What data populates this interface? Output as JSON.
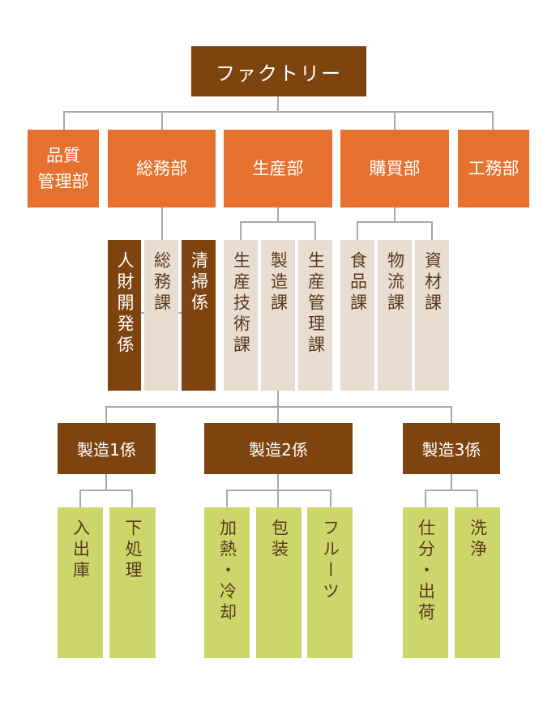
{
  "root": {
    "label": "ファクトリー"
  },
  "departments": [
    {
      "label": "品質\n管理部"
    },
    {
      "label": "総務部"
    },
    {
      "label": "生産部"
    },
    {
      "label": "購買部"
    },
    {
      "label": "工務部"
    }
  ],
  "somu_sections": [
    {
      "label": "人財開発係"
    },
    {
      "label": "総務課"
    },
    {
      "label": "清掃係"
    }
  ],
  "seisan_sections": [
    {
      "label": "生産技術課"
    },
    {
      "label": "製造課"
    },
    {
      "label": "生産管理課"
    }
  ],
  "kobai_sections": [
    {
      "label": "食品課"
    },
    {
      "label": "物流課"
    },
    {
      "label": "資材課"
    }
  ],
  "teams": [
    {
      "label": "製造1係",
      "units": [
        {
          "label": "入出庫"
        },
        {
          "label": "下処理"
        }
      ]
    },
    {
      "label": "製造2係",
      "units": [
        {
          "label": "加熱・冷却"
        },
        {
          "label": "包装"
        },
        {
          "label": "フルーツ"
        }
      ]
    },
    {
      "label": "製造3係",
      "units": [
        {
          "label": "仕分・出荷"
        },
        {
          "label": "洗浄"
        }
      ]
    }
  ]
}
